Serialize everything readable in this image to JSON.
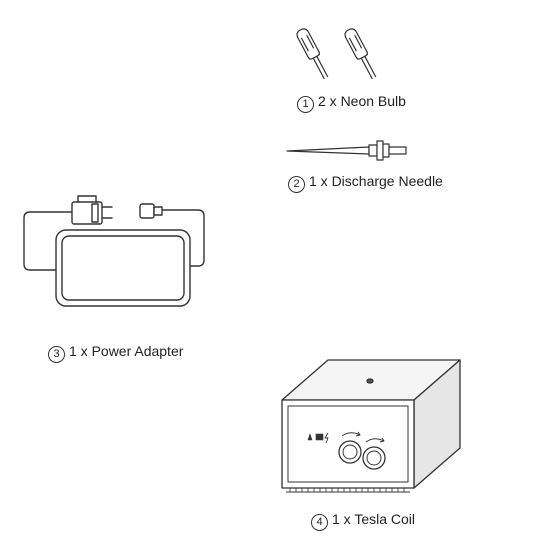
{
  "items": [
    {
      "marker": "1",
      "label": "2 x Neon Bulb",
      "icon": "neon-bulb-icon"
    },
    {
      "marker": "2",
      "label": "1 x Discharge Needle",
      "icon": "discharge-needle-icon"
    },
    {
      "marker": "3",
      "label": "1 x Power Adapter",
      "icon": "power-adapter-icon"
    },
    {
      "marker": "4",
      "label": "1 x Tesla Coil",
      "icon": "tesla-coil-icon"
    }
  ],
  "colors": {
    "line": "#333333",
    "background": "#ffffff",
    "coil_box_front": "#ffffff",
    "coil_box_side": "#e6e6e6",
    "coil_box_top": "#f5f5f5"
  }
}
